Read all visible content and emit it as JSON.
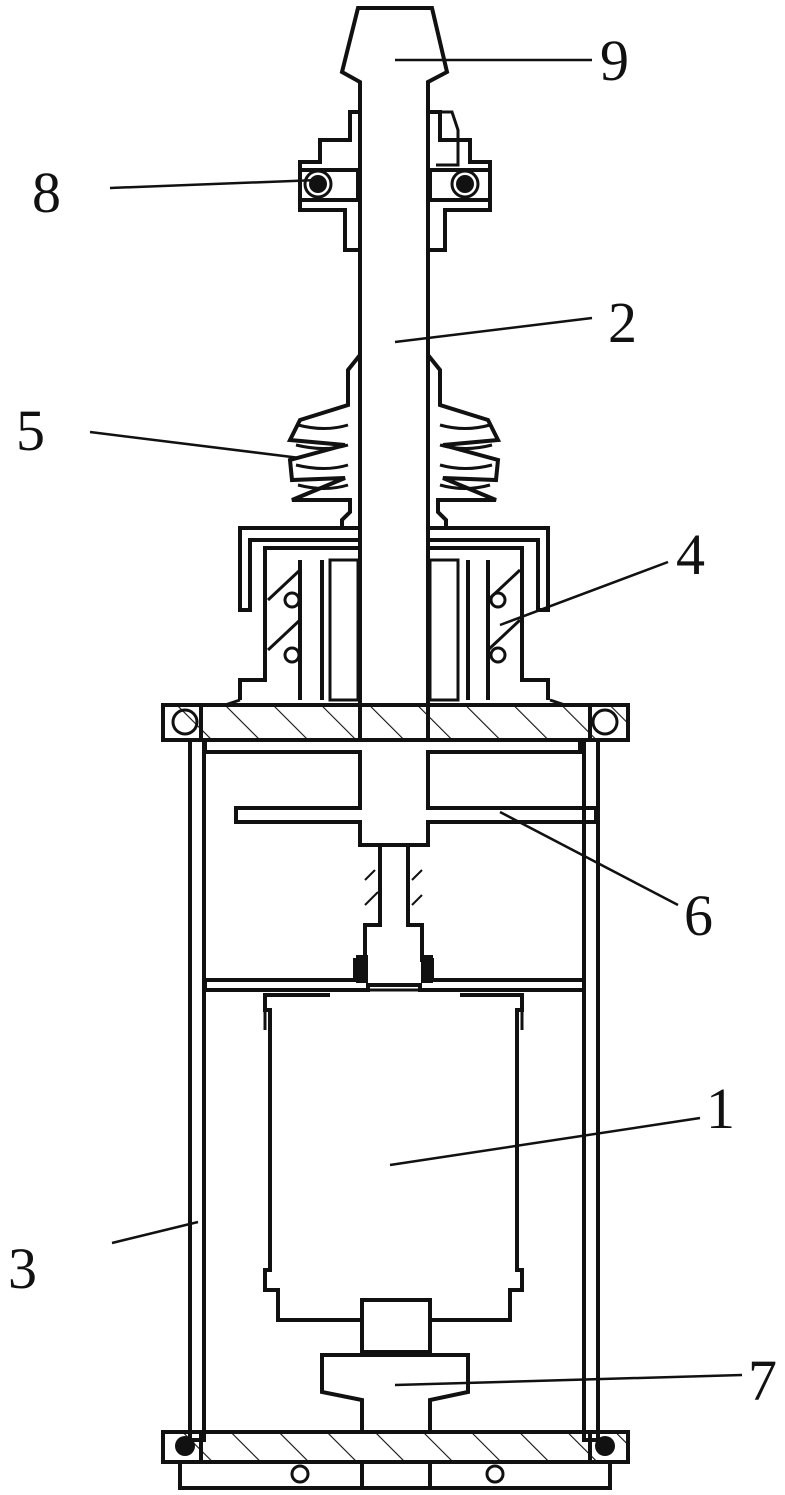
{
  "labels": {
    "l9": "9",
    "l8": "8",
    "l2": "2",
    "l5": "5",
    "l4": "4",
    "l6": "6",
    "l1": "1",
    "l3": "3",
    "l7": "7"
  }
}
